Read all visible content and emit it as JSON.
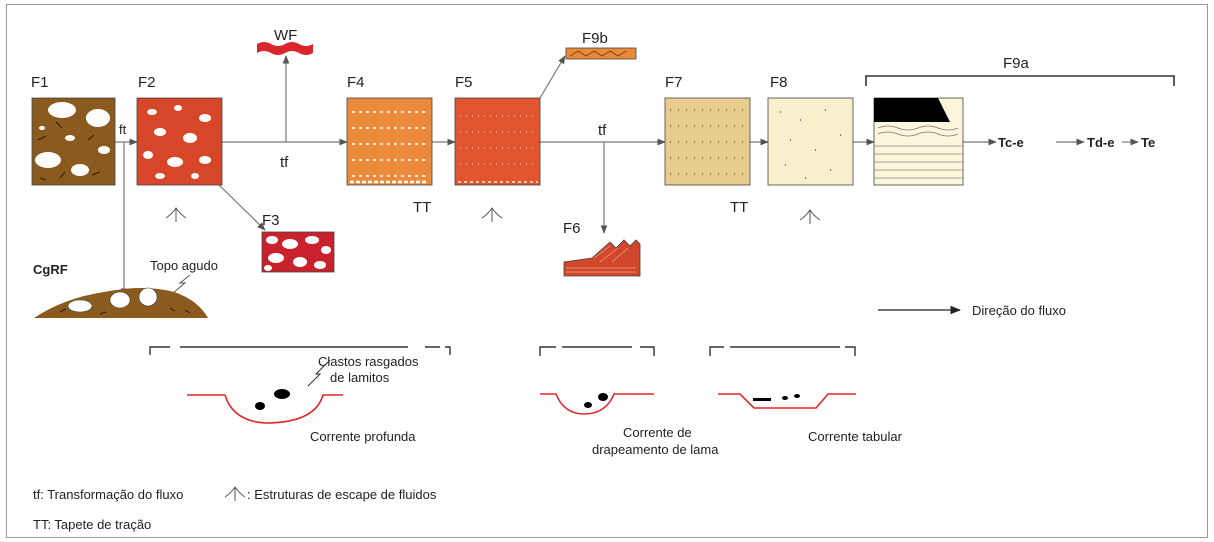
{
  "facies": {
    "f1": "F1",
    "f2": "F2",
    "f3": "F3",
    "f4": "F4",
    "f5": "F5",
    "f6": "F6",
    "f7": "F7",
    "f8": "F8",
    "f9a": "F9a",
    "f9b": "F9b",
    "wf": "WF",
    "cgrf": "CgRF"
  },
  "process_labels": {
    "ft": "ft",
    "tf_1": "tf",
    "tf_2": "tf",
    "tt_1": "TT",
    "tt_2": "TT",
    "topo_agudo": "Topo agudo",
    "tc_e": "Tc-e",
    "td_e": "Td-e",
    "te": "Te"
  },
  "flow_direction_label": "Direção do fluxo",
  "channels": {
    "deep": {
      "annotation_line1": "Clastos rasgados",
      "annotation_line2": "de lamitos",
      "label": "Corrente profunda"
    },
    "drape": {
      "label_line1": "Corrente de",
      "label_line2": "drapeamento de lama"
    },
    "tabular": {
      "label": "Corrente tabular"
    }
  },
  "legend": {
    "tf": "tf: Transformação do fluxo",
    "escape": ": Estruturas de escape de fluidos",
    "tt": "TT: Tapete de tração"
  },
  "colors": {
    "f1_fill": "#8a5a1e",
    "f2_fill": "#d8462a",
    "f3_fill": "#c8222c",
    "f4_fill": "#ec8a3c",
    "f5_fill": "#e2552e",
    "f6_fill": "#d2462a",
    "f7_fill": "#e8cc8c",
    "f8_fill": "#f8f0cc",
    "f9_fill": "#fbf6dc",
    "wf_fill": "#d8262a",
    "f9b_fill": "#e88a3a",
    "channel_red": "#e0262a"
  }
}
